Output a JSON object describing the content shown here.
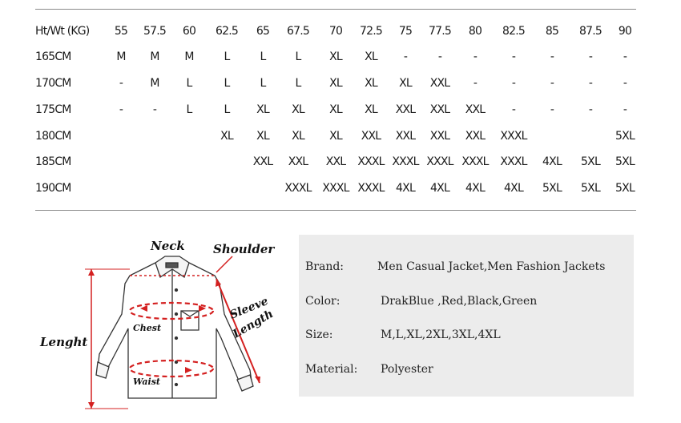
{
  "size_chart": {
    "header_label": "Ht/Wt (KG)",
    "weights": [
      "55",
      "57.5",
      "60",
      "62.5",
      "65",
      "67.5",
      "70",
      "72.5",
      "75",
      "77.5",
      "80",
      "82.5",
      "85",
      "87.5",
      "90"
    ],
    "rows": [
      {
        "height": "165CM",
        "cells": [
          "M",
          "M",
          "M",
          "L",
          "L",
          "L",
          "XL",
          "XL",
          "-",
          "-",
          "-",
          "-",
          "-",
          "-",
          "-"
        ]
      },
      {
        "height": "170CM",
        "cells": [
          "-",
          "M",
          "L",
          "L",
          "L",
          "L",
          "XL",
          "XL",
          "XL",
          "XXL",
          "-",
          "-",
          "-",
          "-",
          "-"
        ]
      },
      {
        "height": "175CM",
        "cells": [
          "-",
          "-",
          "L",
          "L",
          "XL",
          "XL",
          "XL",
          "XL",
          "XXL",
          "XXL",
          "XXL",
          "-",
          "-",
          "-",
          "-"
        ]
      },
      {
        "height": "180CM",
        "cells": [
          "",
          "",
          "",
          "XL",
          "XL",
          "XL",
          "XL",
          "XXL",
          "XXL",
          "XXL",
          "XXL",
          "XXXL",
          "",
          "",
          "5XL"
        ]
      },
      {
        "height": "185CM",
        "cells": [
          "",
          "",
          "",
          "",
          "XXL",
          "XXL",
          "XXL",
          "XXXL",
          "XXXL",
          "XXXL",
          "XXXL",
          "XXXL",
          "4XL",
          "5XL",
          "5XL"
        ]
      },
      {
        "height": "190CM",
        "cells": [
          "",
          "",
          "",
          "",
          "",
          "XXXL",
          "XXXL",
          "XXXL",
          "4XL",
          "4XL",
          "4XL",
          "4XL",
          "5XL",
          "5XL",
          "5XL"
        ]
      }
    ]
  },
  "diagram": {
    "neck": "Neck",
    "shoulder": "Shoulder",
    "sleeve_length_1": "Sleeve",
    "sleeve_length_2": "Length",
    "chest": "Chest",
    "waist": "Waist",
    "length": "Lenght",
    "accent_color": "#d42020"
  },
  "specs": [
    {
      "label": "Brand:",
      "value": "Men Casual Jacket,Men Fashion Jackets"
    },
    {
      "label": "Color:",
      "value": "DrakBlue ,Red,Black,Green"
    },
    {
      "label": "Size:",
      "value": "M,L,XL,2XL,3XL,4XL"
    },
    {
      "label": "Material:",
      "value": "Polyester"
    }
  ]
}
